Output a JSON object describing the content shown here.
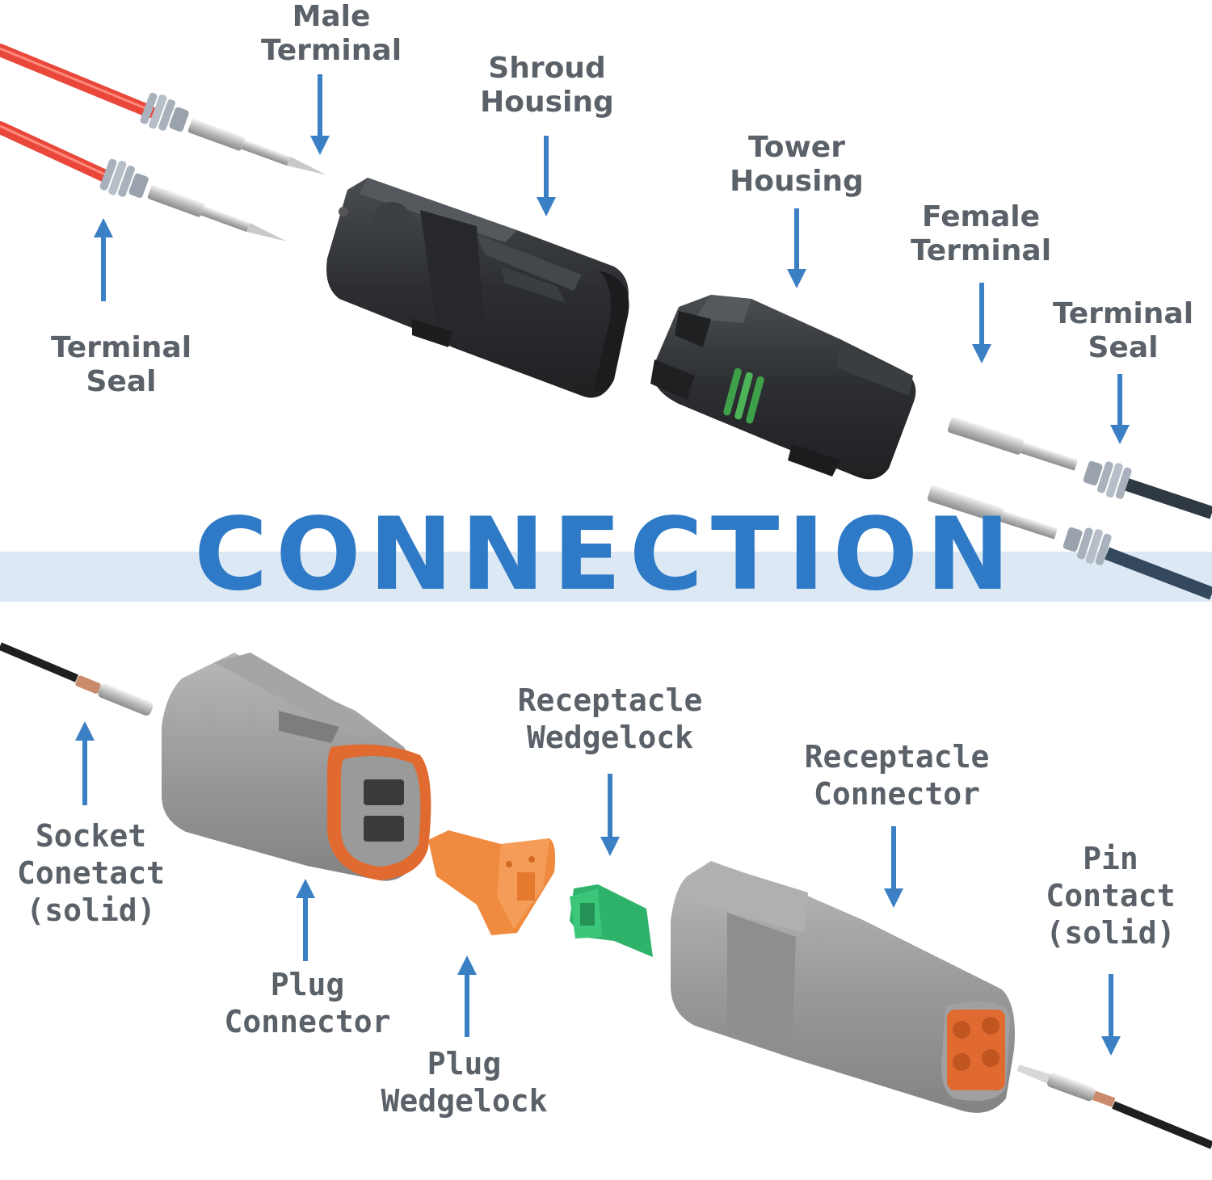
{
  "title": "CONNECTION",
  "colors": {
    "arrow": "#3b7fc4",
    "label_text": "#5b6168",
    "title": "#2f7ac6",
    "band": "#dde8f5",
    "red_wire": "#f04a3c",
    "dark_wire": "#2f3944",
    "black_housing": "#2e3033",
    "gray_housing": "#9a9a9a",
    "orange_wedge": "#f08a3e",
    "green_wedge": "#2fb26a",
    "seal_gray": "#a9b2bc",
    "green_seal": "#3fa04a",
    "orange_seal": "#e06a30"
  },
  "top_section": {
    "male_terminal": {
      "line1": "Male",
      "line2": "Terminal"
    },
    "shroud_housing": {
      "line1": "Shroud",
      "line2": "Housing"
    },
    "tower_housing": {
      "line1": "Tower",
      "line2": "Housing"
    },
    "female_terminal": {
      "line1": "Female",
      "line2": "Terminal"
    },
    "terminal_seal_right": {
      "line1": "Terminal",
      "line2": "Seal"
    },
    "terminal_seal_left": {
      "line1": "Terminal",
      "line2": "Seal"
    }
  },
  "bottom_section": {
    "socket_contact": {
      "line1": "Socket",
      "line2": "Conetact",
      "line3": "(solid)"
    },
    "plug_connector": {
      "line1": "Plug",
      "line2": "Connector"
    },
    "plug_wedgelock": {
      "line1": "Plug",
      "line2": "Wedgelock"
    },
    "receptacle_wedgelock": {
      "line1": "Receptacle",
      "line2": "Wedgelock"
    },
    "receptacle_connector": {
      "line1": "Receptacle",
      "line2": "Connector"
    },
    "pin_contact": {
      "line1": "Pin",
      "line2": "Contact",
      "line3": "(solid)"
    }
  },
  "icons": [
    "arrow-down-icon",
    "arrow-up-icon"
  ]
}
